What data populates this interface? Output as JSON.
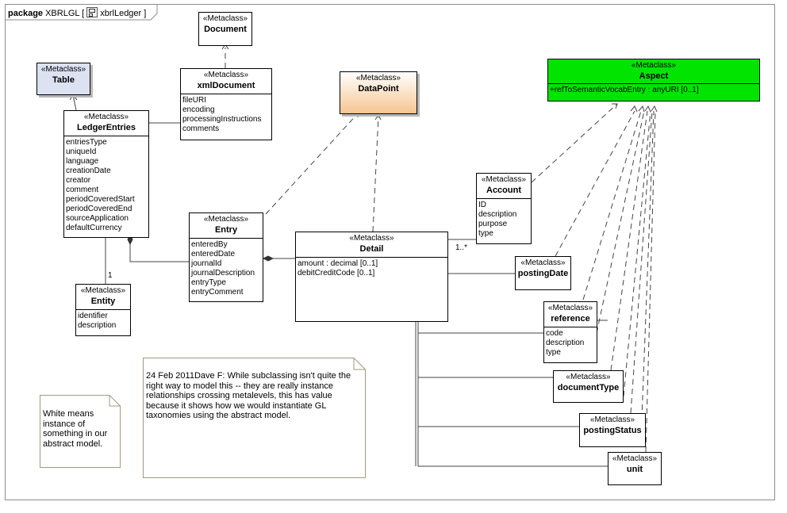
{
  "package": {
    "keyword": "package",
    "name": "XBRLGL",
    "bracket_open": "[",
    "diagram": "xbrlLedger",
    "bracket_close": "]"
  },
  "stereotype": "«Metaclass»",
  "classes": {
    "document": {
      "name": "Document"
    },
    "table": {
      "name": "Table"
    },
    "xmlDocument": {
      "name": "xmlDocument",
      "attrs": [
        "fileURI",
        "encoding",
        "processingInstructions",
        "comments"
      ]
    },
    "dataPoint": {
      "name": "DataPoint"
    },
    "aspect": {
      "name": "Aspect",
      "attrs": [
        "+refToSemanticVocabEntry : anyURI [0..1]"
      ]
    },
    "ledgerEntries": {
      "name": "LedgerEntries",
      "attrs": [
        "entriesType",
        "uniqueId",
        "language",
        "creationDate",
        "creator",
        "comment",
        "periodCoveredStart",
        "periodCoveredEnd",
        "sourceApplication",
        "defaultCurrency"
      ]
    },
    "account": {
      "name": "Account",
      "attrs": [
        "ID",
        "description",
        "purpose",
        "type"
      ]
    },
    "entry": {
      "name": "Entry",
      "attrs": [
        "enteredBy",
        "enteredDate",
        "journalId",
        "journalDescription",
        "entryType",
        "entryComment"
      ]
    },
    "detail": {
      "name": "Detail",
      "attrs": [
        "amount : decimal [0..1]",
        "debitCreditCode [0..1]"
      ]
    },
    "postingDate": {
      "name": "postingDate"
    },
    "entity": {
      "name": "Entity",
      "attrs": [
        "identifier",
        "description"
      ]
    },
    "reference": {
      "name": "reference",
      "attrs": [
        "code",
        "description",
        "type"
      ]
    },
    "documentType": {
      "name": "documentType"
    },
    "postingStatus": {
      "name": "postingStatus"
    },
    "unit": {
      "name": "unit"
    }
  },
  "multiplicities": {
    "entity_one": "1",
    "account_many": "1..*"
  },
  "notes": {
    "white_means": "White means instance of something in our abstract model.",
    "comment": "24 Feb 2011Dave F: While subclassing isn't quite the right way to model this -- they are really instance relationships crossing metalevels, this has value because it shows how we would instantiate GL taxonomies using the abstract model."
  },
  "colors": {
    "aspect_fill": "#00e400",
    "datapoint_fill": "#fbd9b0",
    "table_fill": "#dce2f2",
    "line": "#333333",
    "note_border": "#a09a80"
  }
}
